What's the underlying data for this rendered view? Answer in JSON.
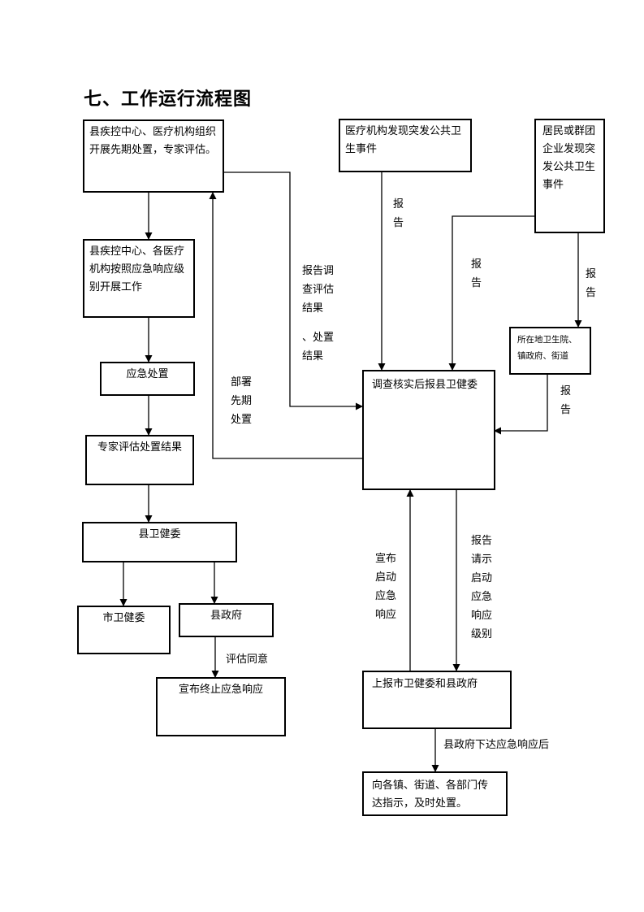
{
  "title": "七、工作运行流程图",
  "nodes": {
    "cdc_initial": "县疾控中心、医疗机构组织开展先期处置，专家评估。",
    "cdc_response": "县疾控中心、各医疗机构按照应急响应级别开展工作",
    "emergency_handling": "应急处置",
    "expert_results": "专家评估处置结果",
    "county_health_left": "县卫健委",
    "city_health": "市卫健委",
    "county_gov": "县政府",
    "announce_end": "宣布终止应急响应",
    "medical_discover": "医疗机构发现突发公共卫生事件",
    "residents_discover": "居民或群团企业发现突发公共卫生事件",
    "township_clinic": "所在地卫生院、镇政府、街道",
    "verify_report": "调查核实后报县卫健委",
    "report_city_gov": "上报市卫健委和县政府",
    "notify_departments": "向各镇、街道、各部门传达指示，及时处置。"
  },
  "labels": {
    "report_investigation": "报告调查评估结果",
    "handling_results": "、处置结果",
    "deploy_initial": "部署先期处置",
    "report_1": "报告",
    "report_2": "报告",
    "report_3": "报告",
    "report_4": "报告",
    "announce_start": "宣布启动应急响应",
    "request_level": "报告请示启动应急响应级别",
    "evaluate_agree": "评估同意",
    "gov_issue": "县政府下达应急响应后"
  }
}
